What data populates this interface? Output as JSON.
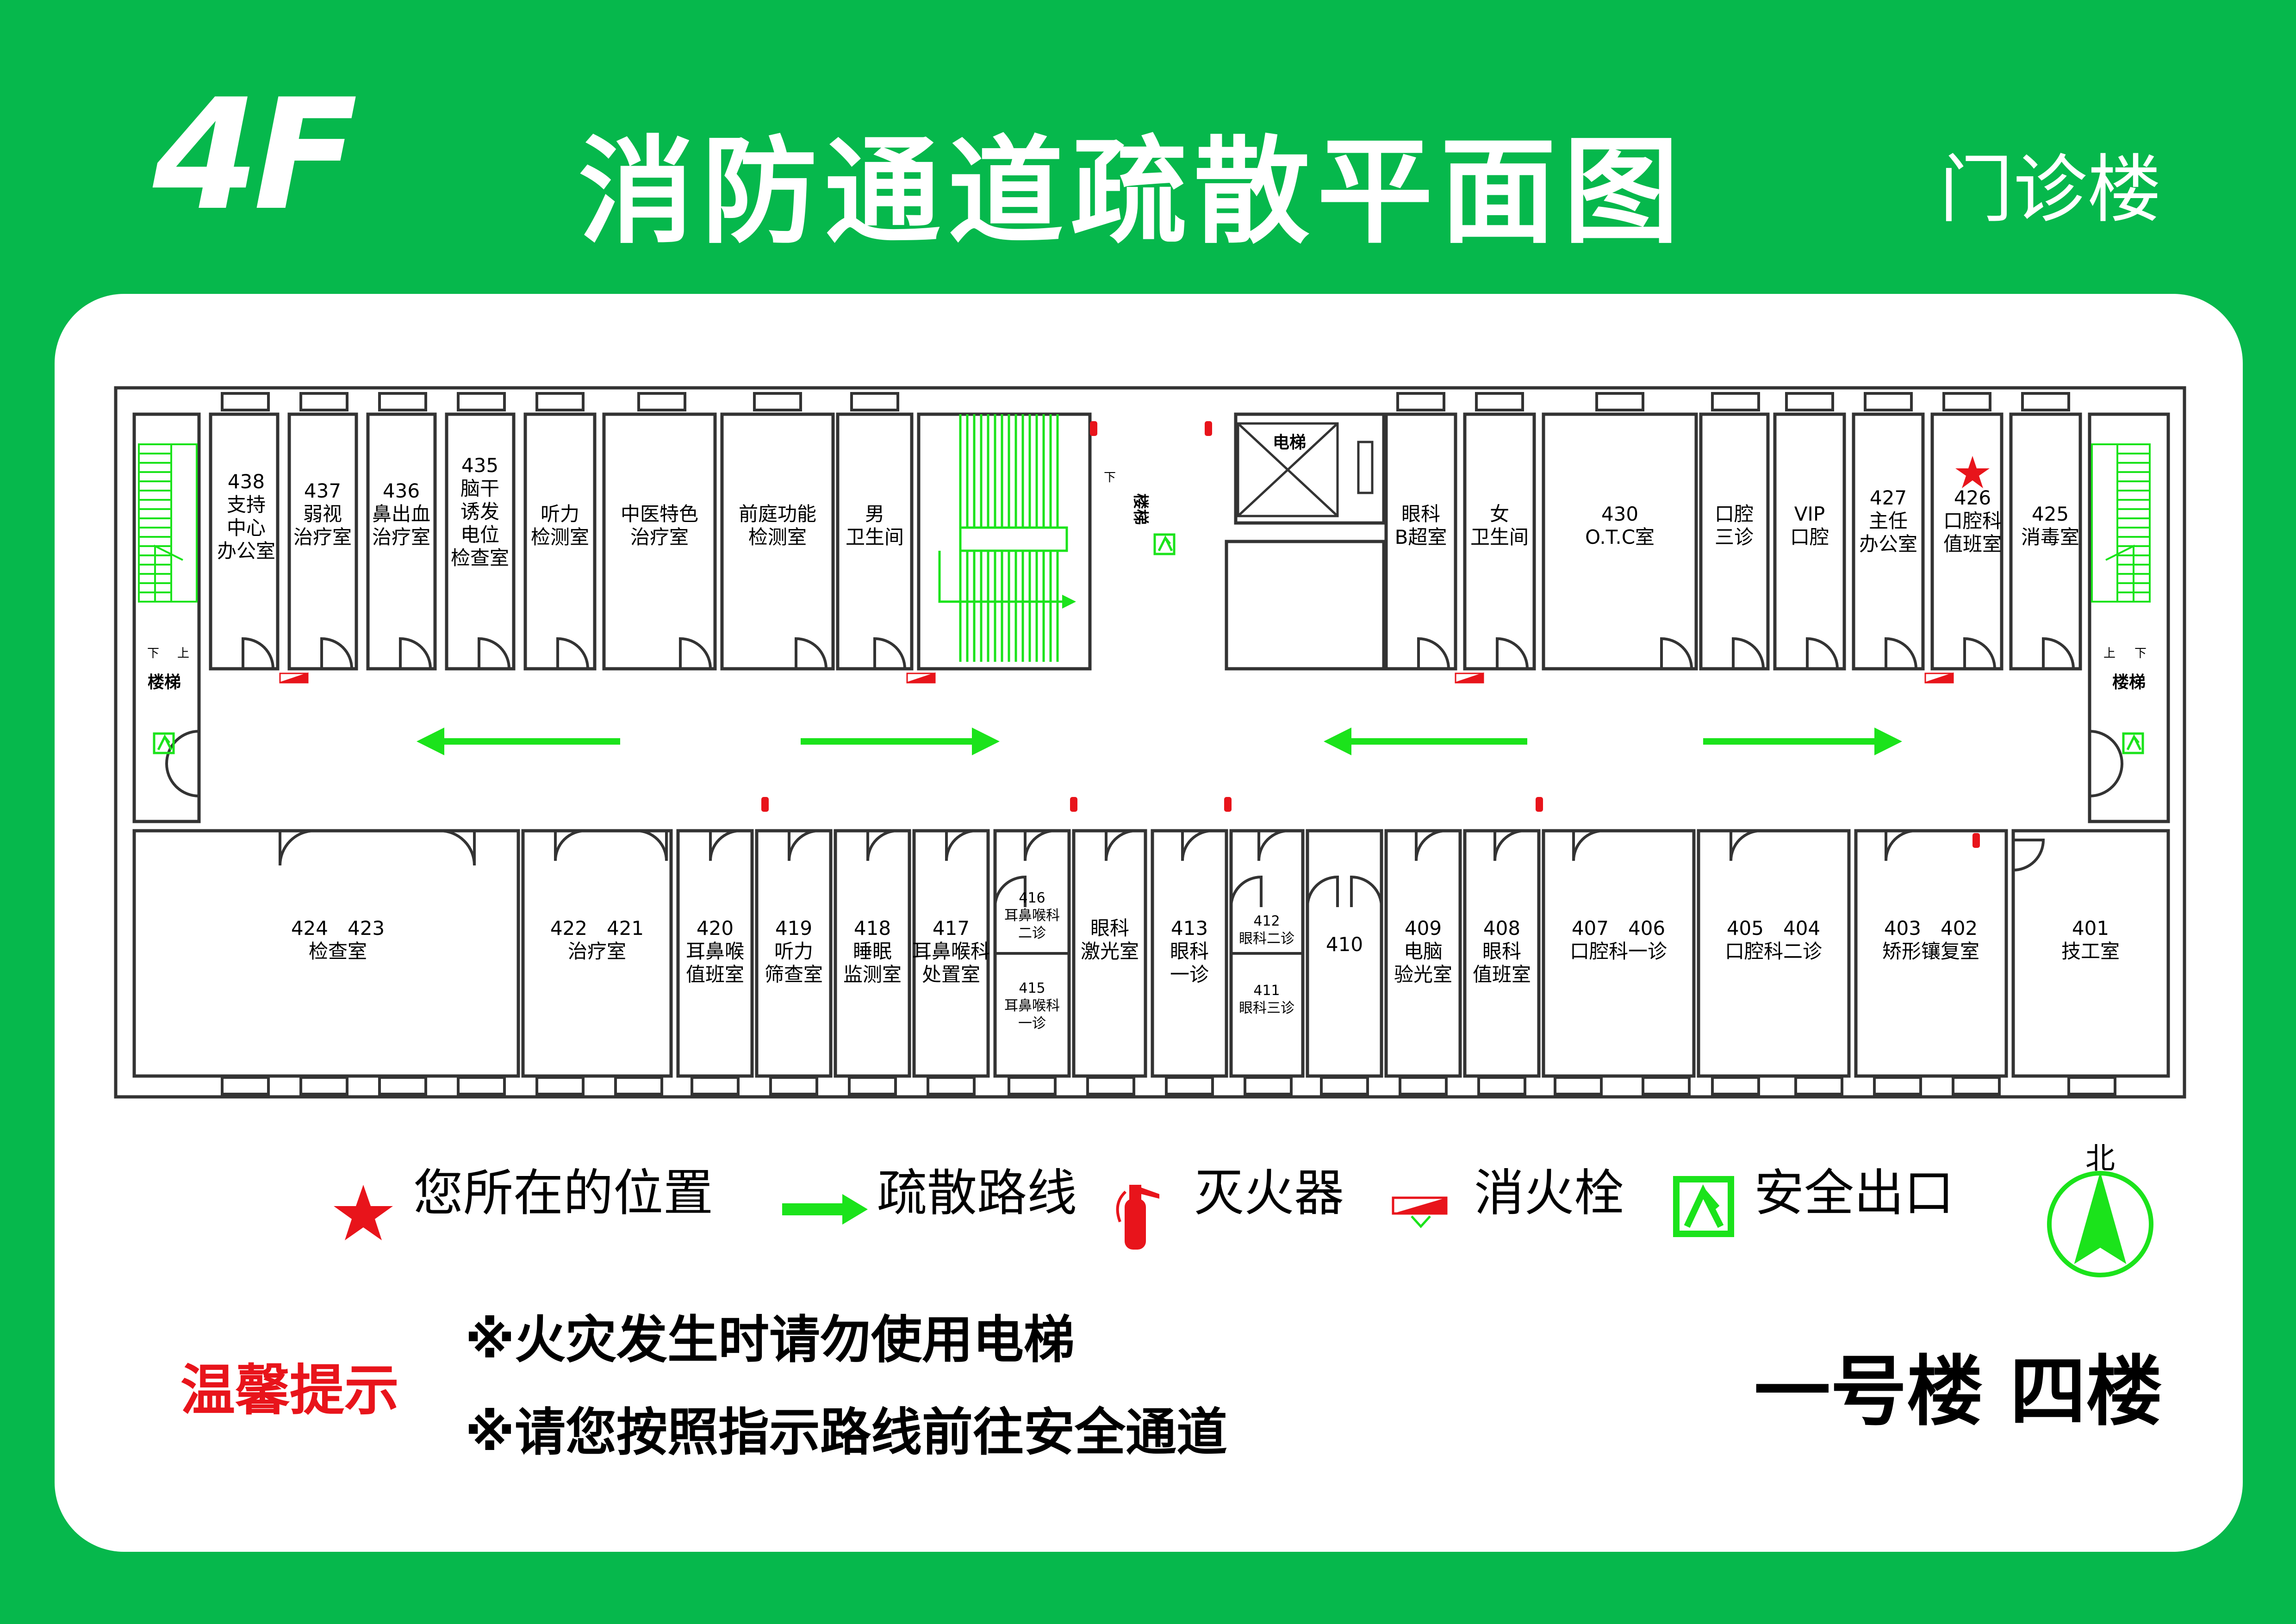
{
  "header": {
    "floor": "4F",
    "title": "消防通道疏散平面图",
    "building": "门诊楼"
  },
  "rooms_north": [
    {
      "id": "r438",
      "lines": [
        "438",
        "支持",
        "中心",
        "办公室"
      ]
    },
    {
      "id": "r437",
      "lines": [
        "437",
        "弱视",
        "治疗室"
      ]
    },
    {
      "id": "r436",
      "lines": [
        "436",
        "鼻出血",
        "治疗室"
      ]
    },
    {
      "id": "r435",
      "lines": [
        "435",
        "脑干",
        "诱发",
        "电位",
        "检查室"
      ]
    },
    {
      "id": "r-hearing",
      "lines": [
        "听力",
        "检测室"
      ]
    },
    {
      "id": "r-tcm",
      "lines": [
        "中医特色",
        "治疗室"
      ]
    },
    {
      "id": "r-vestibular",
      "lines": [
        "前庭功能",
        "检测室"
      ]
    },
    {
      "id": "r-men",
      "lines": [
        "男",
        "卫生间"
      ]
    },
    {
      "id": "r-ultrasound",
      "lines": [
        "眼科",
        "B超室"
      ]
    },
    {
      "id": "r-women",
      "lines": [
        "女",
        "卫生间"
      ]
    },
    {
      "id": "r430",
      "lines": [
        "430",
        "O.T.C室"
      ]
    },
    {
      "id": "r-oral3",
      "lines": [
        "口腔",
        "三诊"
      ]
    },
    {
      "id": "r-vip",
      "lines": [
        "VIP",
        "口腔"
      ]
    },
    {
      "id": "r427",
      "lines": [
        "427",
        "主任",
        "办公室"
      ]
    },
    {
      "id": "r426",
      "lines": [
        "426",
        "口腔科",
        "值班室"
      ]
    },
    {
      "id": "r425",
      "lines": [
        "425",
        "消毒室"
      ]
    }
  ],
  "rooms_south": [
    {
      "id": "r424",
      "lines": [
        "424　423",
        "检查室"
      ]
    },
    {
      "id": "r422",
      "lines": [
        "422　421",
        "治疗室"
      ]
    },
    {
      "id": "r420",
      "lines": [
        "420",
        "耳鼻喉",
        "值班室"
      ]
    },
    {
      "id": "r419",
      "lines": [
        "419",
        "听力",
        "筛查室"
      ]
    },
    {
      "id": "r418",
      "lines": [
        "418",
        "睡眠",
        "监测室"
      ]
    },
    {
      "id": "r417",
      "lines": [
        "417",
        "耳鼻喉科",
        "处置室"
      ]
    },
    {
      "id": "r416",
      "lines": [
        "416",
        "耳鼻喉科",
        "二诊"
      ]
    },
    {
      "id": "r415",
      "lines": [
        "415",
        "耳鼻喉科",
        "一诊"
      ]
    },
    {
      "id": "r-laser",
      "lines": [
        "眼科",
        "激光室"
      ]
    },
    {
      "id": "r413",
      "lines": [
        "413",
        "眼科",
        "一诊"
      ]
    },
    {
      "id": "r412",
      "lines": [
        "412",
        "眼科二诊"
      ]
    },
    {
      "id": "r411",
      "lines": [
        "411",
        "眼科三诊"
      ]
    },
    {
      "id": "r410",
      "lines": [
        "410"
      ]
    },
    {
      "id": "r409",
      "lines": [
        "409",
        "电脑",
        "验光室"
      ]
    },
    {
      "id": "r408",
      "lines": [
        "408",
        "眼科",
        "值班室"
      ]
    },
    {
      "id": "r407",
      "lines": [
        "407　406",
        "口腔科一诊"
      ]
    },
    {
      "id": "r405",
      "lines": [
        "405　404",
        "口腔科二诊"
      ]
    },
    {
      "id": "r403",
      "lines": [
        "403　402",
        "矫形镶复室"
      ]
    },
    {
      "id": "r401",
      "lines": [
        "401",
        "技工室"
      ]
    }
  ],
  "plan_labels": {
    "stair": "楼梯",
    "elevator": "电梯",
    "down": "下",
    "up": "上",
    "north": "北"
  },
  "legend": {
    "location": "您所在的位置",
    "route": "疏散路线",
    "extinguisher": "灭火器",
    "hydrant": "消火栓",
    "exit": "安全出口"
  },
  "tips": {
    "title": "温馨提示",
    "items": [
      "※火灾发生时请勿使用电梯",
      "※请您按照指示路线前往安全通道"
    ]
  },
  "floor_label": "一号楼 四楼",
  "colors": {
    "background": "#06b84c",
    "route": "#1be31b",
    "marker": "#e8141b",
    "wall": "#333333"
  }
}
